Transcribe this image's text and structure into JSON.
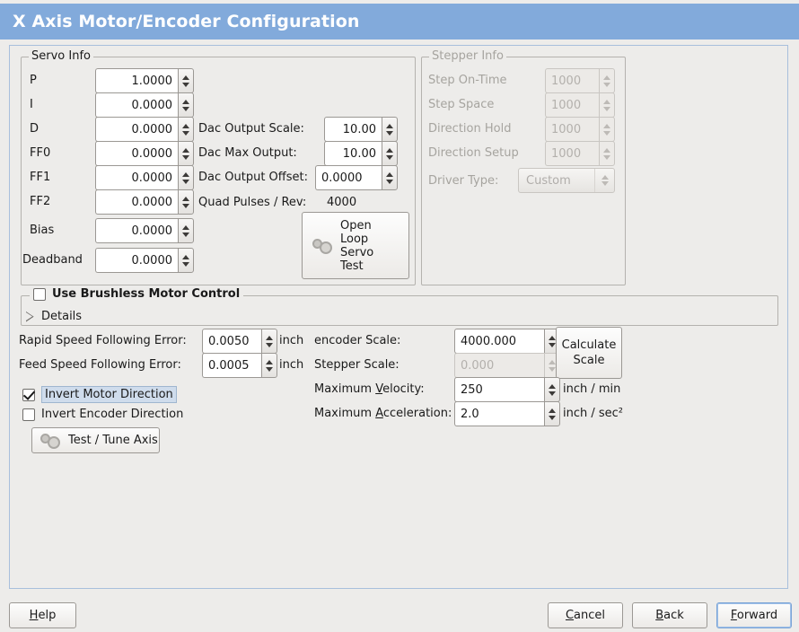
{
  "window": {
    "title": "X Axis Motor/Encoder Configuration",
    "header_color": "#82aadb",
    "background": "#edecea"
  },
  "servo_group": {
    "legend": "Servo Info",
    "rows": [
      {
        "label": "P",
        "value": "1.0000"
      },
      {
        "label": "I",
        "value": "0.0000"
      },
      {
        "label": "D",
        "value": "0.0000"
      },
      {
        "label": "FF0",
        "value": "0.0000"
      },
      {
        "label": "FF1",
        "value": "0.0000"
      },
      {
        "label": "FF2",
        "value": "0.0000"
      },
      {
        "label": "Bias",
        "value": "0.0000"
      },
      {
        "label": "Deadband",
        "value": "0.0000"
      }
    ],
    "dac": [
      {
        "label": "Dac Output Scale:",
        "value": "10.00"
      },
      {
        "label": "Dac Max Output:",
        "value": "10.00"
      },
      {
        "label": "Dac Output Offset:",
        "value": "0.0000"
      }
    ],
    "quad_pulses_label": "Quad Pulses / Rev:",
    "quad_pulses_value": "4000",
    "open_loop_button": "Open\nLoop\nServo\nTest",
    "open_loop_lines": [
      "Open",
      "Loop",
      "Servo",
      "Test"
    ]
  },
  "stepper_group": {
    "legend": "Stepper Info",
    "disabled": true,
    "rows": [
      {
        "label": "Step On-Time",
        "value": "1000"
      },
      {
        "label": "Step Space",
        "value": "1000"
      },
      {
        "label": "Direction Hold",
        "value": "1000"
      },
      {
        "label": "Direction Setup",
        "value": "1000"
      }
    ],
    "driver_type_label": "Driver Type:",
    "driver_type_value": "Custom"
  },
  "brushless_group": {
    "checkbox_label": "Use Brushless Motor Control",
    "checked": false,
    "details_label": "Details",
    "details_expanded": false
  },
  "errors": {
    "rapid_label": "Rapid Speed Following Error:",
    "rapid_value": "0.0050",
    "rapid_unit": "inch",
    "feed_label": "Feed Speed Following Error:",
    "feed_value": "0.0005",
    "feed_unit": "inch"
  },
  "inverts": {
    "motor_label": "Invert Motor Direction",
    "motor_checked": true,
    "motor_focused": true,
    "encoder_label": "Invert Encoder Direction",
    "encoder_checked": false
  },
  "test_tune_button": "Test / Tune Axis",
  "scales": {
    "encoder_label": "encoder Scale:",
    "encoder_value": "4000.000",
    "stepper_label": "Stepper Scale:",
    "stepper_value": "0.000",
    "stepper_disabled": true,
    "calculate_button_lines": [
      "Calculate",
      "Scale"
    ],
    "max_velocity_label_pre": "Maximum ",
    "max_velocity_label_key": "V",
    "max_velocity_label_post": "elocity:",
    "max_velocity_value": "250",
    "max_velocity_unit": "inch / min",
    "max_accel_label_pre": "Maximum ",
    "max_accel_label_key": "A",
    "max_accel_label_post": "cceleration:",
    "max_accel_value": "2.0",
    "max_accel_unit": "inch / sec²"
  },
  "footer": {
    "help_pre": "",
    "help_key": "H",
    "help_post": "elp",
    "cancel_pre": "",
    "cancel_key": "C",
    "cancel_post": "ancel",
    "back_pre": "",
    "back_key": "B",
    "back_post": "ack",
    "forward_pre": "",
    "forward_key": "F",
    "forward_post": "orward"
  }
}
